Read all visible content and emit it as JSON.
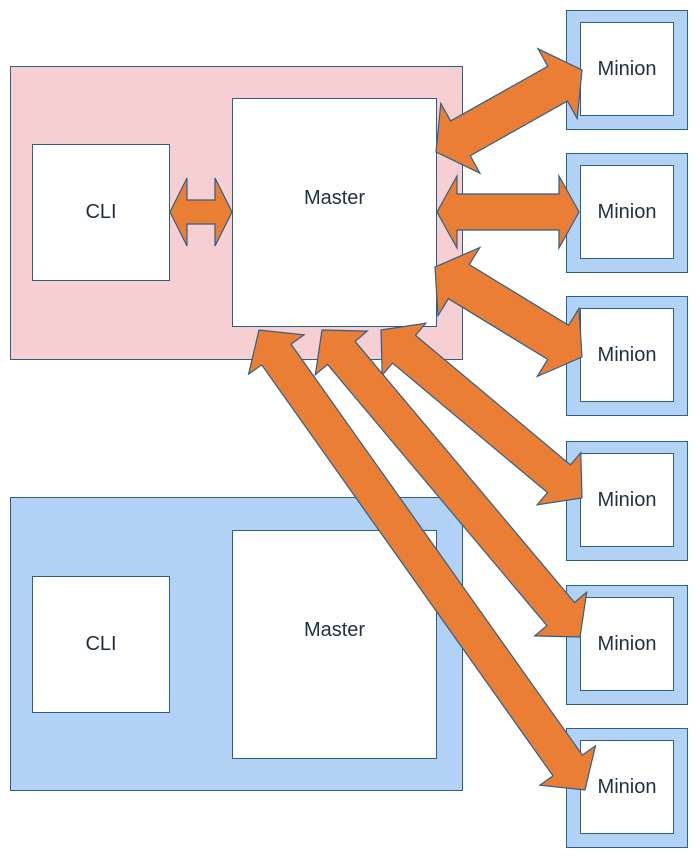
{
  "colors": {
    "arrow_fill": "#ea7e34",
    "arrow_stroke": "#2f5f86",
    "primary_group": "#f5cfd1",
    "secondary_group": "#b1d1f5",
    "minion_frame": "#b1d1f5"
  },
  "primary": {
    "cli_label": "CLI",
    "master_label": "Master"
  },
  "secondary": {
    "cli_label": "CLI",
    "master_label": "Master"
  },
  "minions": [
    {
      "label": "Minion"
    },
    {
      "label": "Minion"
    },
    {
      "label": "Minion"
    },
    {
      "label": "Minion"
    },
    {
      "label": "Minion"
    },
    {
      "label": "Minion"
    }
  ]
}
